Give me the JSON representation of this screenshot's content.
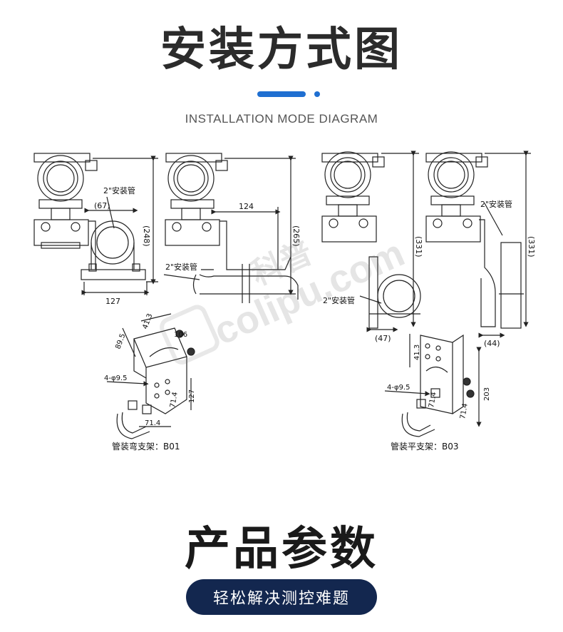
{
  "header": {
    "title": "安装方式图",
    "subtitle": "INSTALLATION MODE DIAGRAM",
    "accent_color": "#1f6fd1"
  },
  "diagram": {
    "views": [
      {
        "pipe_label": "2\"安装管",
        "dim_horizontal": "(67)",
        "dim_vertical": "(248)",
        "dim_base": "127"
      },
      {
        "pipe_label": "2\"安装管",
        "dim_horizontal": "124",
        "dim_vertical": "(265)"
      },
      {
        "pipe_label": "2\"安装管",
        "dim_vertical": "(331)",
        "dim_base": "(47)"
      },
      {
        "pipe_label": "2\"安装管",
        "dim_vertical": "(331)",
        "dim_base": "(44)"
      }
    ],
    "bracket_b01": {
      "caption": "管装弯支架：B01",
      "dims": [
        "89.5",
        "41.3",
        "106",
        "4-φ9.5",
        "127",
        "71.4",
        "71.4"
      ]
    },
    "bracket_b03": {
      "caption": "管装平支架：B03",
      "dims": [
        "41.3",
        "4-φ9.5",
        "71.4",
        "71.4",
        "203"
      ]
    }
  },
  "watermark": {
    "cn": "科普",
    "en": "colipu.com"
  },
  "section2": {
    "title": "产品参数",
    "badge": "轻松解决测控难题",
    "badge_color": "#13274f"
  }
}
